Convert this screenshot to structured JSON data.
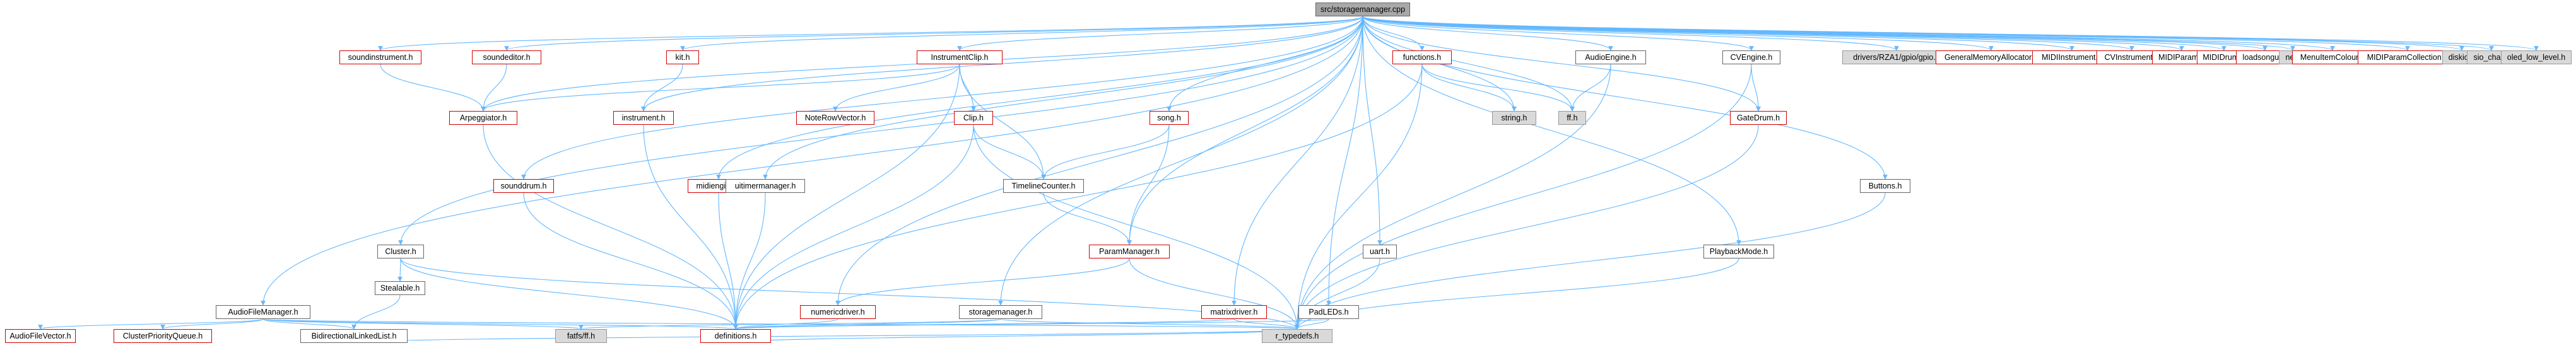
{
  "graph": {
    "edge_color": "#63b8ff",
    "nodes": [
      {
        "id": "root",
        "label": "src/storagemanager.cpp",
        "style": "root"
      },
      {
        "id": "soundinstrument",
        "label": "soundinstrument.h",
        "style": "red"
      },
      {
        "id": "soundeditor",
        "label": "soundeditor.h",
        "style": "red"
      },
      {
        "id": "kit",
        "label": "kit.h",
        "style": "red"
      },
      {
        "id": "instrumentclip",
        "label": "InstrumentClip.h",
        "style": "red"
      },
      {
        "id": "functions",
        "label": "functions.h",
        "style": "red"
      },
      {
        "id": "audioengine",
        "label": "AudioEngine.h",
        "style": "plain"
      },
      {
        "id": "cvengine",
        "label": "CVEngine.h",
        "style": "plain"
      },
      {
        "id": "gpio",
        "label": "drivers/RZA1/gpio/gpio.h",
        "style": "gray"
      },
      {
        "id": "generalmem",
        "label": "GeneralMemoryAllocator.h",
        "style": "red"
      },
      {
        "id": "midiinstrument",
        "label": "MIDIInstrument.h",
        "style": "red"
      },
      {
        "id": "cvinstrument",
        "label": "CVInstrument.h",
        "style": "red"
      },
      {
        "id": "midiparam",
        "label": "MIDIParam.h",
        "style": "red"
      },
      {
        "id": "mididrum",
        "label": "MIDIDrum.h",
        "style": "red"
      },
      {
        "id": "loadsongui",
        "label": "loadsongui.h",
        "style": "red"
      },
      {
        "id": "new",
        "label": "new",
        "style": "gray"
      },
      {
        "id": "menuitemcolour",
        "label": "MenuItemColour.h",
        "style": "red"
      },
      {
        "id": "midiparamcollection",
        "label": "MIDIParamCollection.h",
        "style": "red"
      },
      {
        "id": "diskio",
        "label": "diskio.h",
        "style": "gray"
      },
      {
        "id": "siochar",
        "label": "sio_char.h",
        "style": "gray"
      },
      {
        "id": "oled",
        "label": "oled_low_level.h",
        "style": "gray"
      },
      {
        "id": "noterowvector",
        "label": "NoteRowVector.h",
        "style": "red"
      },
      {
        "id": "clip",
        "label": "Clip.h",
        "style": "red"
      },
      {
        "id": "stringh",
        "label": "string.h",
        "style": "gray"
      },
      {
        "id": "ffh",
        "label": "ff.h",
        "style": "gray"
      },
      {
        "id": "gatedrum",
        "label": "GateDrum.h",
        "style": "red"
      },
      {
        "id": "arpeggiator",
        "label": "Arpeggiator.h",
        "style": "red"
      },
      {
        "id": "instrument",
        "label": "instrument.h",
        "style": "red"
      },
      {
        "id": "song",
        "label": "song.h",
        "style": "red"
      },
      {
        "id": "buttons",
        "label": "Buttons.h",
        "style": "plain"
      },
      {
        "id": "sounddrum",
        "label": "sounddrum.h",
        "style": "red"
      },
      {
        "id": "midiengine",
        "label": "midiengine.h",
        "style": "red"
      },
      {
        "id": "uitimermanager",
        "label": "uitimermanager.h",
        "style": "plain"
      },
      {
        "id": "timelinecounter",
        "label": "TimelineCounter.h",
        "style": "plain"
      },
      {
        "id": "cluster",
        "label": "Cluster.h",
        "style": "plain"
      },
      {
        "id": "parammanager",
        "label": "ParamManager.h",
        "style": "red"
      },
      {
        "id": "uart",
        "label": "uart.h",
        "style": "plain"
      },
      {
        "id": "playbackmode",
        "label": "PlaybackMode.h",
        "style": "plain"
      },
      {
        "id": "stealable",
        "label": "Stealable.h",
        "style": "plain"
      },
      {
        "id": "audiofilemanager",
        "label": "AudioFileManager.h",
        "style": "plain"
      },
      {
        "id": "numericdriver",
        "label": "numericdriver.h",
        "style": "red"
      },
      {
        "id": "storagemanagerh",
        "label": "storagemanager.h",
        "style": "plain"
      },
      {
        "id": "matrixdriver",
        "label": "matrixdriver.h",
        "style": "red"
      },
      {
        "id": "padleds",
        "label": "PadLEDs.h",
        "style": "plain"
      },
      {
        "id": "audiofilevector",
        "label": "AudioFileVector.h",
        "style": "red"
      },
      {
        "id": "clusterpriorityqueue",
        "label": "ClusterPriorityQueue.h",
        "style": "red"
      },
      {
        "id": "bidirlist",
        "label": "BidirectionalLinkedList.h",
        "style": "plain"
      },
      {
        "id": "fatfs",
        "label": "fatfs/ff.h",
        "style": "gray"
      },
      {
        "id": "definitions",
        "label": "definitions.h",
        "style": "red"
      },
      {
        "id": "rtypedefs",
        "label": "r_typedefs.h",
        "style": "gray"
      }
    ],
    "edges": [
      [
        "root",
        "soundinstrument"
      ],
      [
        "root",
        "soundeditor"
      ],
      [
        "root",
        "kit"
      ],
      [
        "root",
        "instrumentclip"
      ],
      [
        "root",
        "functions"
      ],
      [
        "root",
        "audioengine"
      ],
      [
        "root",
        "cvengine"
      ],
      [
        "root",
        "gpio"
      ],
      [
        "root",
        "generalmem"
      ],
      [
        "root",
        "midiinstrument"
      ],
      [
        "root",
        "cvinstrument"
      ],
      [
        "root",
        "midiparam"
      ],
      [
        "root",
        "mididrum"
      ],
      [
        "root",
        "loadsongui"
      ],
      [
        "root",
        "new"
      ],
      [
        "root",
        "menuitemcolour"
      ],
      [
        "root",
        "midiparamcollection"
      ],
      [
        "root",
        "diskio"
      ],
      [
        "root",
        "siochar"
      ],
      [
        "root",
        "oled"
      ],
      [
        "root",
        "stringh"
      ],
      [
        "root",
        "ffh"
      ],
      [
        "root",
        "instrument"
      ],
      [
        "root",
        "song"
      ],
      [
        "root",
        "buttons"
      ],
      [
        "root",
        "sounddrum"
      ],
      [
        "root",
        "midiengine"
      ],
      [
        "root",
        "uitimermanager"
      ],
      [
        "root",
        "cluster"
      ],
      [
        "root",
        "parammanager"
      ],
      [
        "root",
        "uart"
      ],
      [
        "root",
        "playbackmode"
      ],
      [
        "root",
        "audiofilemanager"
      ],
      [
        "root",
        "numericdriver"
      ],
      [
        "root",
        "storagemanagerh"
      ],
      [
        "root",
        "matrixdriver"
      ],
      [
        "root",
        "padleds"
      ],
      [
        "root",
        "gatedrum"
      ],
      [
        "root",
        "arpeggiator"
      ],
      [
        "soundinstrument",
        "arpeggiator"
      ],
      [
        "soundeditor",
        "arpeggiator"
      ],
      [
        "kit",
        "instrument"
      ],
      [
        "instrumentclip",
        "noterowvector"
      ],
      [
        "instrumentclip",
        "clip"
      ],
      [
        "instrumentclip",
        "arpeggiator"
      ],
      [
        "instrumentclip",
        "timelinecounter"
      ],
      [
        "instrumentclip",
        "definitions"
      ],
      [
        "clip",
        "timelinecounter"
      ],
      [
        "clip",
        "definitions"
      ],
      [
        "clip",
        "rtypedefs"
      ],
      [
        "functions",
        "stringh"
      ],
      [
        "functions",
        "ffh"
      ],
      [
        "functions",
        "definitions"
      ],
      [
        "functions",
        "rtypedefs"
      ],
      [
        "audioengine",
        "ffh"
      ],
      [
        "audioengine",
        "rtypedefs"
      ],
      [
        "cvengine",
        "gatedrum"
      ],
      [
        "cvengine",
        "rtypedefs"
      ],
      [
        "cvinstrument",
        "cvinstrument"
      ],
      [
        "gatedrum",
        "rtypedefs"
      ],
      [
        "arpeggiator",
        "definitions"
      ],
      [
        "instrument",
        "definitions"
      ],
      [
        "song",
        "timelinecounter"
      ],
      [
        "song",
        "parammanager"
      ],
      [
        "timelinecounter",
        "parammanager"
      ],
      [
        "parammanager",
        "numericdriver"
      ],
      [
        "parammanager",
        "rtypedefs"
      ],
      [
        "sounddrum",
        "definitions"
      ],
      [
        "midiengine",
        "definitions"
      ],
      [
        "uitimermanager",
        "definitions"
      ],
      [
        "buttons",
        "rtypedefs"
      ],
      [
        "uart",
        "rtypedefs"
      ],
      [
        "playbackmode",
        "rtypedefs"
      ],
      [
        "cluster",
        "stealable"
      ],
      [
        "cluster",
        "definitions"
      ],
      [
        "cluster",
        "rtypedefs"
      ],
      [
        "stealable",
        "bidirlist"
      ],
      [
        "audiofilemanager",
        "audiofilevector"
      ],
      [
        "audiofilemanager",
        "clusterpriorityqueue"
      ],
      [
        "audiofilemanager",
        "bidirlist"
      ],
      [
        "audiofilemanager",
        "fatfs"
      ],
      [
        "audiofilemanager",
        "definitions"
      ],
      [
        "audiofilemanager",
        "rtypedefs"
      ],
      [
        "bidirlist",
        "rtypedefs"
      ],
      [
        "numericdriver",
        "definitions"
      ],
      [
        "storagemanagerh",
        "fatfs"
      ],
      [
        "storagemanagerh",
        "definitions"
      ],
      [
        "storagemanagerh",
        "rtypedefs"
      ],
      [
        "matrixdriver",
        "definitions"
      ],
      [
        "matrixdriver",
        "rtypedefs"
      ],
      [
        "padleds",
        "definitions"
      ],
      [
        "padleds",
        "rtypedefs"
      ],
      [
        "definitions",
        "rtypedefs"
      ]
    ]
  }
}
